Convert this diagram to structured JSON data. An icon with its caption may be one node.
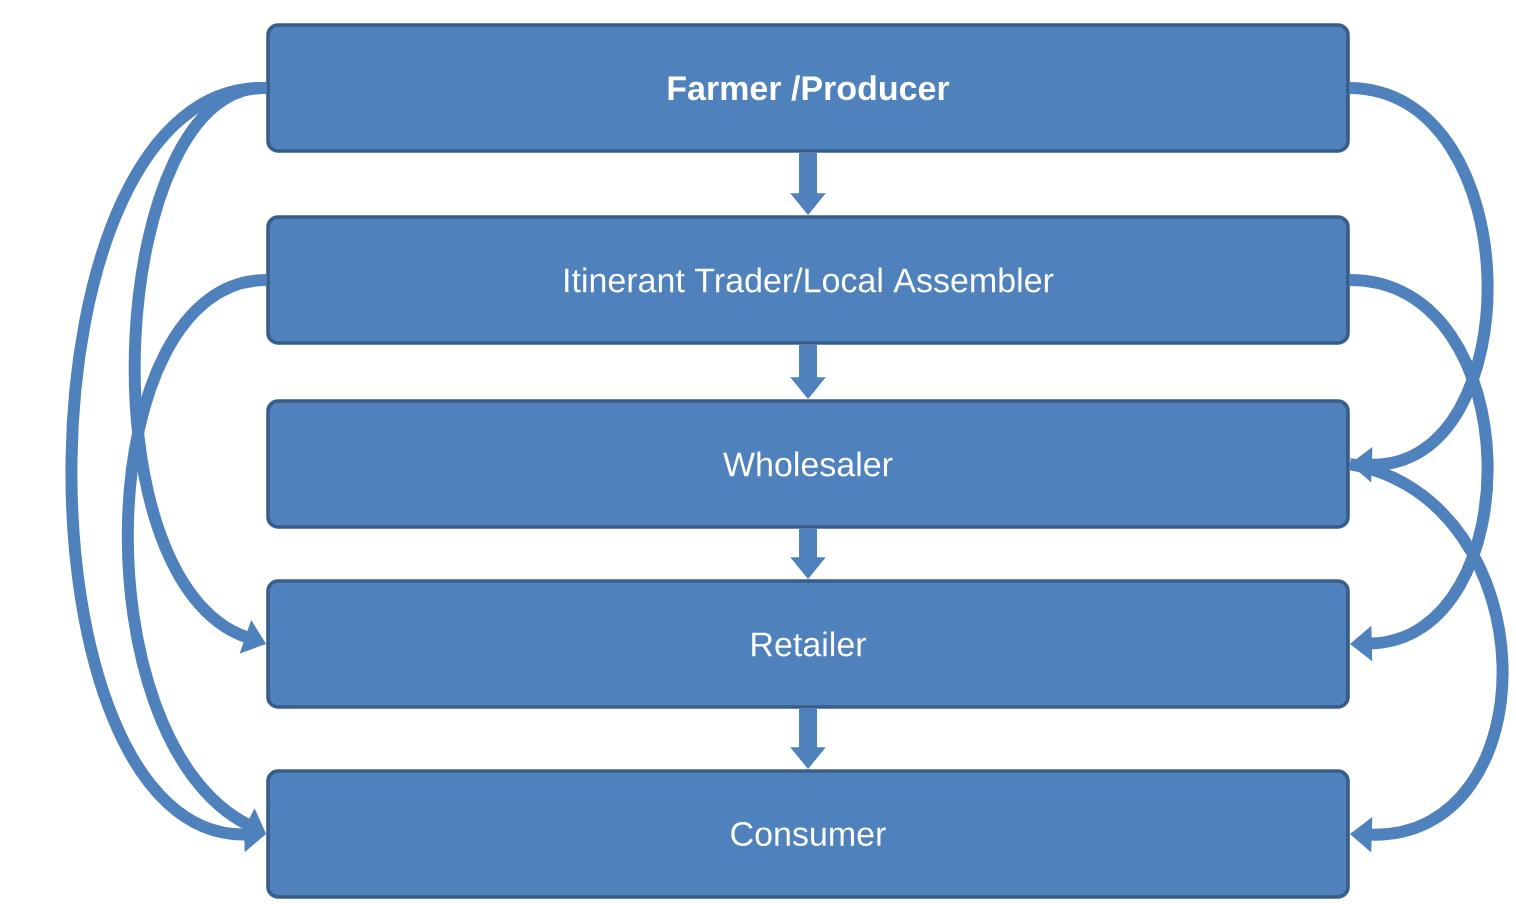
{
  "diagram": {
    "nodes": [
      {
        "text": [
          "**Farmer /Producer**"
        ]
      },
      {
        "text": [
          "Itinerant Trader/Local Assembler"
        ]
      },
      {
        "text": [
          "Wholesaler"
        ]
      },
      {
        "text": [
          "Retailer"
        ]
      },
      {
        "text": [
          "Consumer"
        ]
      }
    ],
    "edges": [
      {
        "from": 0,
        "to": 1,
        "arrow": "to"
      },
      {
        "from": 1,
        "to": 2,
        "arrow": "to"
      },
      {
        "from": 2,
        "to": 3,
        "arrow": "to"
      },
      {
        "from": 3,
        "to": 4,
        "arrow": "to"
      },
      {
        "from": 0,
        "to": 3,
        "arrow": "to"
      },
      {
        "from": 0,
        "to": 4,
        "arrow": "to"
      },
      {
        "from": 1,
        "to": 4,
        "arrow": "to"
      },
      {
        "from": 0,
        "to": 2,
        "arrow": "to"
      },
      {
        "from": 1,
        "to": 3,
        "arrow": "to"
      },
      {
        "from": 2,
        "to": 4,
        "arrow": "to"
      }
    ]
  }
}
